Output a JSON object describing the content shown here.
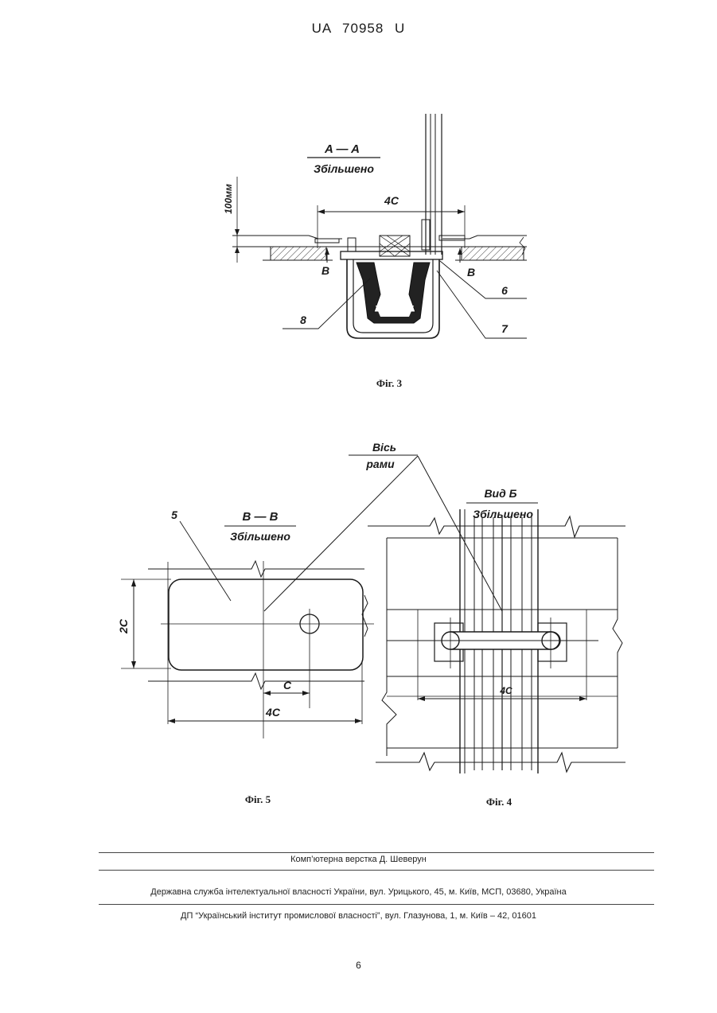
{
  "header": {
    "patent_number": "UA 70958 U"
  },
  "figures": {
    "fig3": {
      "caption": "Фіг. 3",
      "section_title": "A — A",
      "section_subtitle": "Збільшено",
      "dim_width": "4C",
      "dim_depth": "100мм",
      "label_b_left": "B",
      "label_b_right": "B",
      "label_6": "6",
      "label_7": "7",
      "label_8": "8"
    },
    "fig5": {
      "caption": "Фіг. 5",
      "section_title": "B — B",
      "section_subtitle": "Збільшено",
      "label_5": "5",
      "dim_height": "2C",
      "dim_c": "C",
      "dim_width": "4C"
    },
    "fig4": {
      "caption": "Фіг. 4",
      "view_title": "Вид Б",
      "view_subtitle": "Збільшено",
      "dim_width": "4C"
    },
    "shared": {
      "axis_label_1": "Вісь",
      "axis_label_2": "рами"
    }
  },
  "footer": {
    "layout_credit": "Комп’ютерна верстка Д. Шеверун",
    "agency": "Державна служба інтелектуальної власності України, вул. Урицького, 45, м. Київ, МСП, 03680, Україна",
    "institute": "ДП “Український інститут промислової власності”, вул. Глазунова, 1, м. Київ – 42, 01601"
  },
  "page_number": "6"
}
